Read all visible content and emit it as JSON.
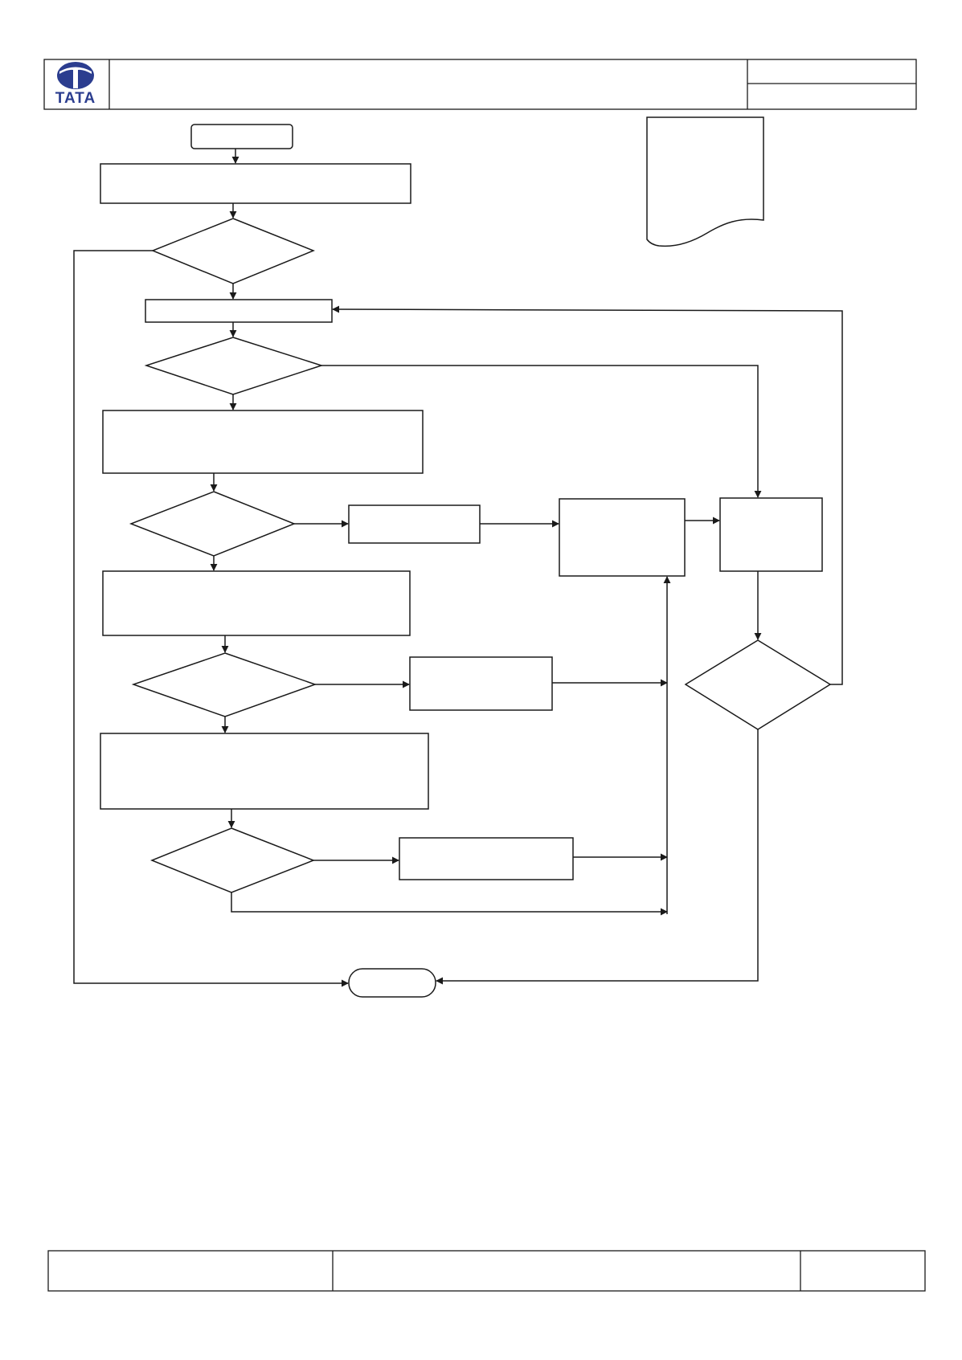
{
  "header": {
    "logo": {
      "name": "tata-logo",
      "wordmark": "TATA",
      "color": "#2b3d8f"
    }
  },
  "diagram": {
    "type": "flowchart",
    "line_color": "#1a1a1a",
    "nodes": [
      {
        "id": "start",
        "shape": "rounded-rect",
        "label": ""
      },
      {
        "id": "process-1",
        "shape": "rect",
        "label": ""
      },
      {
        "id": "decision-1",
        "shape": "diamond",
        "label": ""
      },
      {
        "id": "process-2",
        "shape": "rect",
        "label": ""
      },
      {
        "id": "decision-2",
        "shape": "diamond",
        "label": ""
      },
      {
        "id": "process-3",
        "shape": "rect",
        "label": ""
      },
      {
        "id": "decision-3",
        "shape": "diamond",
        "label": ""
      },
      {
        "id": "side-process-1",
        "shape": "rect",
        "label": ""
      },
      {
        "id": "process-4",
        "shape": "rect",
        "label": ""
      },
      {
        "id": "decision-4",
        "shape": "diamond",
        "label": ""
      },
      {
        "id": "side-process-2",
        "shape": "rect",
        "label": ""
      },
      {
        "id": "process-5",
        "shape": "rect",
        "label": ""
      },
      {
        "id": "decision-5",
        "shape": "diamond",
        "label": ""
      },
      {
        "id": "side-process-3",
        "shape": "rect",
        "label": ""
      },
      {
        "id": "collect-process",
        "shape": "rect",
        "label": ""
      },
      {
        "id": "right-process",
        "shape": "rect",
        "label": ""
      },
      {
        "id": "decision-6",
        "shape": "diamond",
        "label": ""
      },
      {
        "id": "end",
        "shape": "terminator",
        "label": ""
      },
      {
        "id": "document",
        "shape": "document",
        "label": ""
      }
    ],
    "edges": [
      {
        "from": "start",
        "to": "process-1"
      },
      {
        "from": "process-1",
        "to": "decision-1"
      },
      {
        "from": "decision-1",
        "to": "process-2"
      },
      {
        "from": "decision-1",
        "to": "end"
      },
      {
        "from": "process-2",
        "to": "decision-2"
      },
      {
        "from": "decision-2",
        "to": "process-3"
      },
      {
        "from": "decision-2",
        "to": "right-process"
      },
      {
        "from": "process-3",
        "to": "decision-3"
      },
      {
        "from": "decision-3",
        "to": "process-4"
      },
      {
        "from": "decision-3",
        "to": "side-process-1"
      },
      {
        "from": "side-process-1",
        "to": "collect-process"
      },
      {
        "from": "process-4",
        "to": "decision-4"
      },
      {
        "from": "decision-4",
        "to": "process-5"
      },
      {
        "from": "decision-4",
        "to": "side-process-2"
      },
      {
        "from": "side-process-2",
        "to": "collect-process"
      },
      {
        "from": "process-5",
        "to": "decision-5"
      },
      {
        "from": "decision-5",
        "to": "side-process-3"
      },
      {
        "from": "decision-5",
        "to": "collect-process"
      },
      {
        "from": "side-process-3",
        "to": "collect-process"
      },
      {
        "from": "collect-process",
        "to": "right-process"
      },
      {
        "from": "right-process",
        "to": "decision-6"
      },
      {
        "from": "decision-6",
        "to": "process-2"
      },
      {
        "from": "decision-6",
        "to": "end"
      }
    ]
  },
  "footer": {
    "cells": [
      "",
      "",
      ""
    ]
  }
}
